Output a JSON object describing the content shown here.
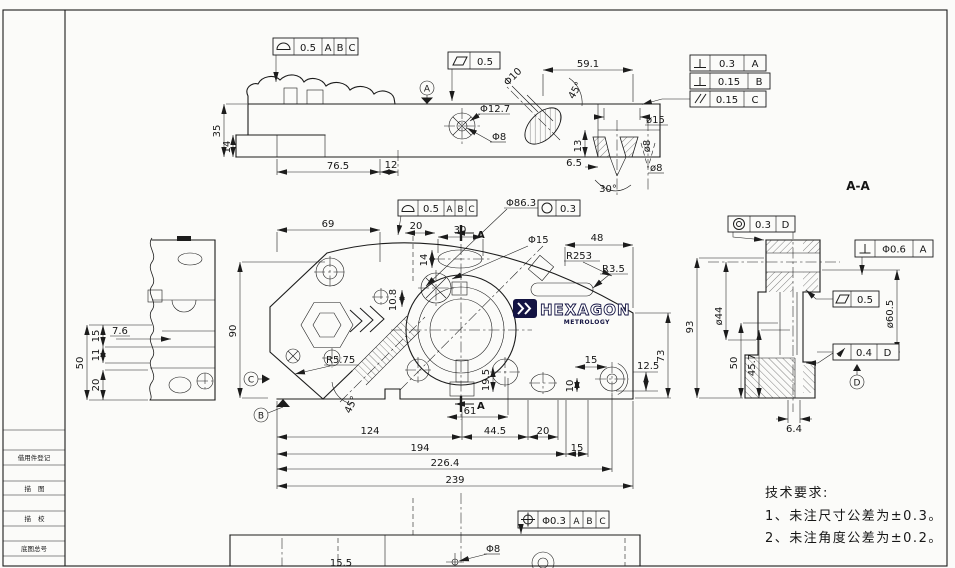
{
  "colors": {
    "ink": "#1c1c1c",
    "logo_navy": "#131342",
    "paper": "#fbfbf9"
  },
  "labels": {
    "section": "A-A",
    "cut_top": "A",
    "cut_bottom": "A"
  },
  "tech": {
    "title": "技术要求:",
    "items": [
      "1、未注尺寸公差为±0.3。",
      "2、未注角度公差为±0.2。"
    ]
  },
  "logo": {
    "name": "HEXAGON",
    "sub": "METROLOGY"
  },
  "frame": {
    "strip_rows": [
      "借用件登记",
      "描图",
      "描校",
      "底图总号"
    ]
  },
  "datums": {
    "a": "A",
    "b": "B",
    "c": "C",
    "d": "D"
  },
  "fcf": {
    "profile_top": {
      "tol": "0.5",
      "d1": "A",
      "d2": "B",
      "d3": "C"
    },
    "flatness_top": {
      "tol": "0.5"
    },
    "perp_a": {
      "tol": "0.3",
      "d": "A"
    },
    "perp_b": {
      "tol": "0.15",
      "d": "B"
    },
    "parallel_c": {
      "tol": "0.15",
      "d": "C"
    },
    "profile_main": {
      "tol": "0.5",
      "d1": "A",
      "d2": "B",
      "d3": "C"
    },
    "circularity": {
      "tol": "0.3"
    },
    "concentricity": {
      "tol": "0.3",
      "d": "D"
    },
    "perp_right": {
      "tol": "Φ0.6",
      "d": "A"
    },
    "flatness_right": {
      "tol": "0.5"
    },
    "runout": {
      "tol": "0.4",
      "d": "D"
    },
    "position": {
      "tol": "Φ0.3",
      "d1": "A",
      "d2": "B",
      "d3": "C"
    }
  },
  "dims": {
    "top": {
      "len59": "59.1",
      "h35": "35",
      "h14": "14",
      "len76": "76.5",
      "len12": "12",
      "dia127": "Φ12.7",
      "dia8": "Φ8",
      "dia10": "Φ10",
      "ang45": "45°",
      "h13": "13",
      "h65": "6.5",
      "ang30": "30°",
      "dia15": "ø15",
      "dia8v": "ø8",
      "dia8c": "ø8"
    },
    "main": {
      "w69": "69",
      "w20": "20",
      "w30": "30",
      "h14": "14",
      "h108": "10.8",
      "dia15": "Φ15",
      "w48": "48",
      "r253": "R253",
      "r35": "R3.5",
      "dia863": "Φ86.3",
      "h90": "90",
      "h73": "73",
      "h125": "12.5",
      "w15r": "15",
      "h10": "10",
      "h195": "19.5",
      "w61": "61",
      "w124": "124",
      "w445": "44.5",
      "w20b": "20",
      "w194": "194",
      "w15c": "15",
      "w2264": "226.4",
      "w239": "239",
      "r575": "R5.75",
      "ang45": "45°"
    },
    "left": {
      "h50": "50",
      "h20": "20",
      "h11": "11",
      "h15": "15",
      "w76": "7.6"
    },
    "right": {
      "h93": "93",
      "dia44": "ø44",
      "h50": "50",
      "h457": "45.7",
      "dia605": "ø60.5",
      "w64": "6.4"
    },
    "bottom": {
      "dia8": "Φ8",
      "w155": "15.5"
    }
  }
}
